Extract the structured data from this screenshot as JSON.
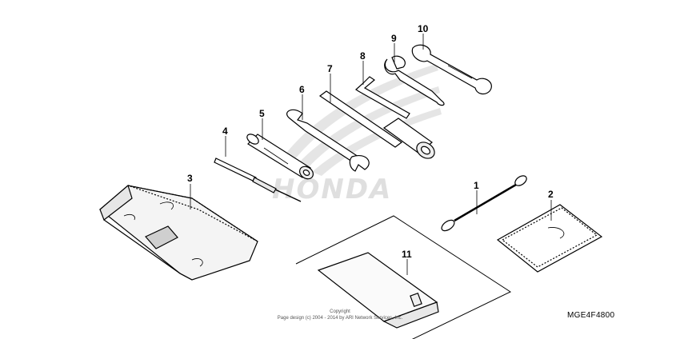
{
  "callouts": {
    "c1": "1",
    "c2": "2",
    "c3": "3",
    "c4": "4",
    "c5": "5",
    "c6": "6",
    "c7": "7",
    "c8": "8",
    "c9": "9",
    "c10": "10",
    "c11": "11"
  },
  "watermark_text": "HONDA",
  "copyright": {
    "line1": "Copyright",
    "line2": "Page design (c) 2004 - 2014 by ARI Network Services, Inc."
  },
  "diagram_code": "MGE4F4800",
  "colors": {
    "line": "#000000",
    "watermark": "#d9d9d9",
    "fill": "#ffffff",
    "shade": "#e8e8e8"
  }
}
